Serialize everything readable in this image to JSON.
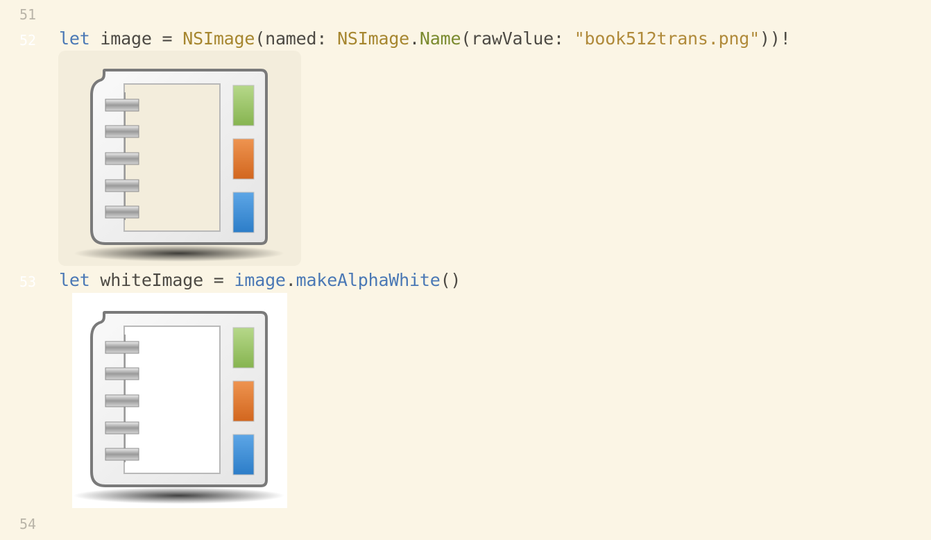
{
  "editor": {
    "background": "#FBF5E5",
    "line_numbers": [
      "51",
      "52",
      "53",
      "54"
    ],
    "line52": {
      "kw": "let",
      "var": "image",
      "eq": "=",
      "type1": "NSImage",
      "paren_open": "(",
      "arg1": "named:",
      "type2": "NSImage",
      "dot": ".",
      "member": "Name",
      "paren_open2": "(",
      "arg2": "rawValue:",
      "string": "\"book512trans.png\"",
      "tail": "))!"
    },
    "line53": {
      "kw": "let",
      "var": "whiteImage",
      "eq": "=",
      "ref": "image",
      "dot": ".",
      "method": "makeAlphaWhite",
      "tail": "()"
    }
  },
  "previews": {
    "first": {
      "name": "book-icon-transparent-preview",
      "background": "#F3EDDC"
    },
    "second": {
      "name": "book-icon-white-preview",
      "background": "#FFFFFF"
    }
  },
  "icon_colors": {
    "tab_green": "#9CC56A",
    "tab_orange": "#E0782E",
    "tab_blue": "#3D8FD8",
    "frame": "#7A7A7A",
    "page_transparent": "#F3EDDC",
    "page_white": "#FFFFFF"
  }
}
